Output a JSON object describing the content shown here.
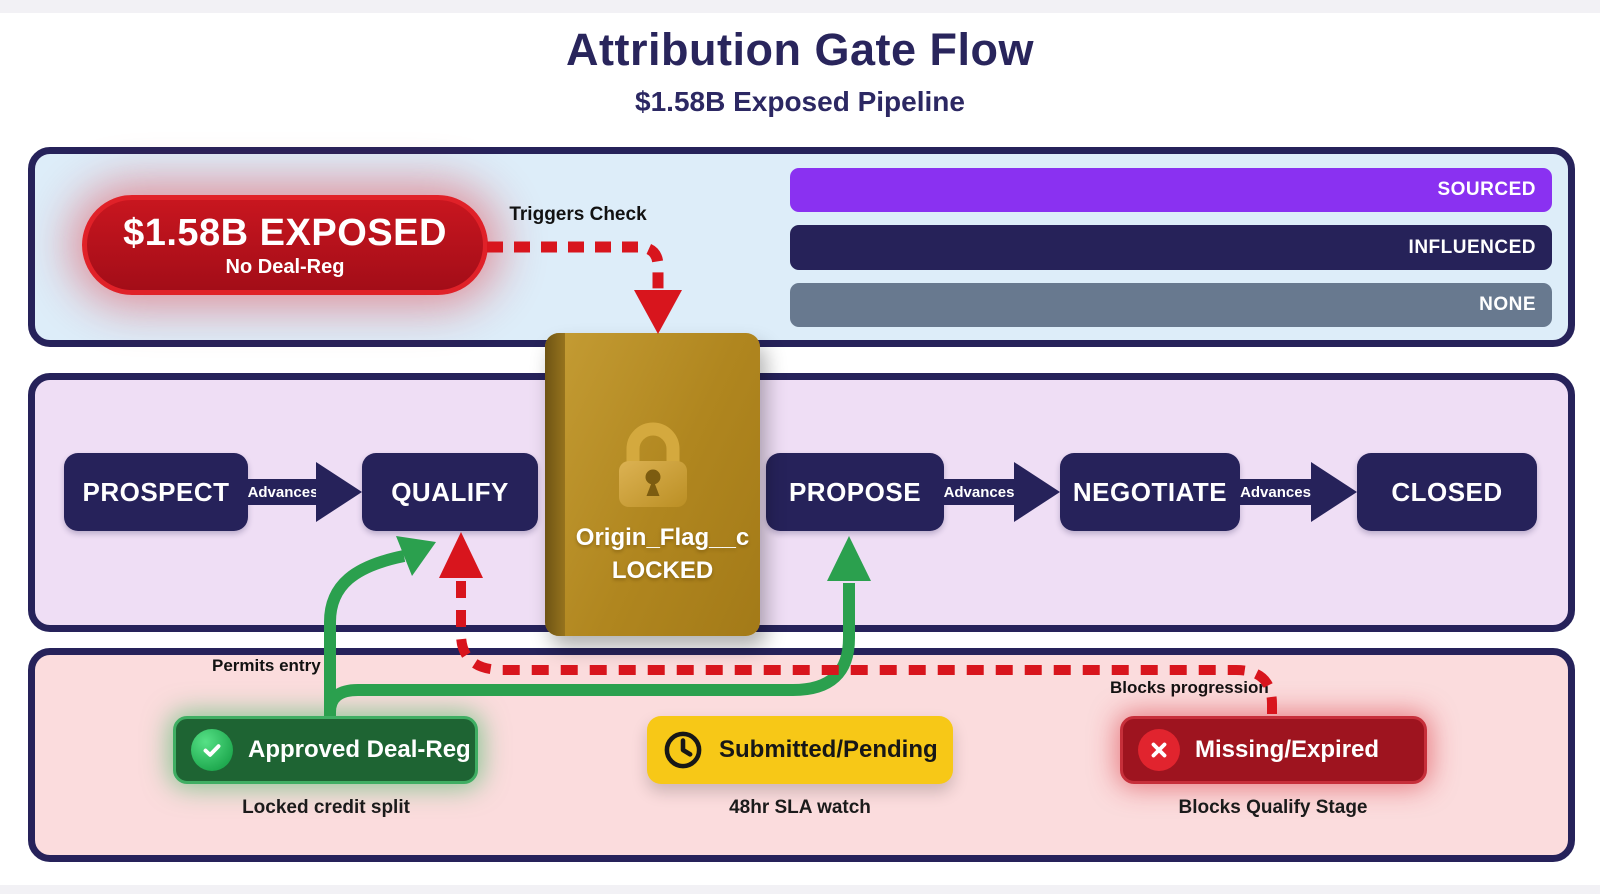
{
  "header": {
    "title": "Attribution Gate Flow",
    "subtitle": "$1.58B Exposed Pipeline"
  },
  "top_panel": {
    "exposed_pill": {
      "headline": "$1.58B EXPOSED",
      "subline": "No Deal-Reg"
    },
    "trigger_label": "Triggers Check",
    "attribution_bars": [
      {
        "label": "SOURCED",
        "color": "#8a31f1"
      },
      {
        "label": "INFLUENCED",
        "color": "#262259"
      },
      {
        "label": "NONE",
        "color": "#68798f"
      }
    ]
  },
  "pipeline_panel": {
    "stages": [
      {
        "label": "PROSPECT"
      },
      {
        "label": "QUALIFY"
      },
      {
        "label": "PROPOSE"
      },
      {
        "label": "NEGOTIATE"
      },
      {
        "label": "CLOSED"
      }
    ],
    "advance_label": "Advances",
    "gate": {
      "field_name": "Origin_Flag__c",
      "status": "LOCKED",
      "icon": "lock"
    }
  },
  "status_panel": {
    "permits_label": "Permits entry",
    "blocks_label": "Blocks progression",
    "statuses": [
      {
        "label": "Approved Deal-Reg",
        "icon": "check-circle",
        "description": "Locked credit split",
        "color": "#1e6433"
      },
      {
        "label": "Submitted/Pending",
        "icon": "clock",
        "description": "48hr SLA watch",
        "color": "#f7c817"
      },
      {
        "label": "Missing/Expired",
        "icon": "x-circle",
        "description": "Blocks Qualify Stage",
        "color": "#9e141f"
      }
    ]
  },
  "colors": {
    "stage_navy": "#26225a",
    "advance_green": "#2ba04e",
    "block_red": "#d8151d"
  }
}
